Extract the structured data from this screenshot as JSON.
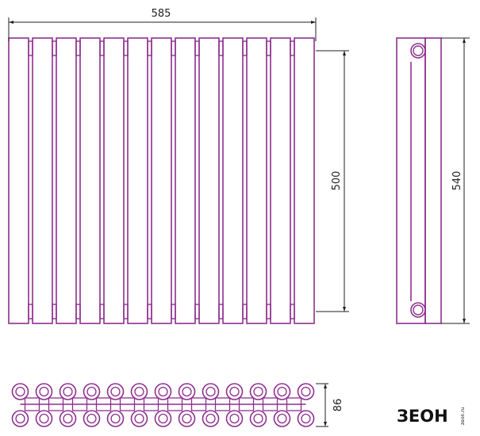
{
  "drawing": {
    "line_color": "#8e2f8e",
    "dim_color": "#222222",
    "section_count": 13,
    "dimensions": {
      "overall_width": "585",
      "axis_distance": "500",
      "overall_height": "540",
      "depth": "86"
    }
  },
  "logo": {
    "brand": "ЗЕОН",
    "domain": "zeon.ru"
  }
}
